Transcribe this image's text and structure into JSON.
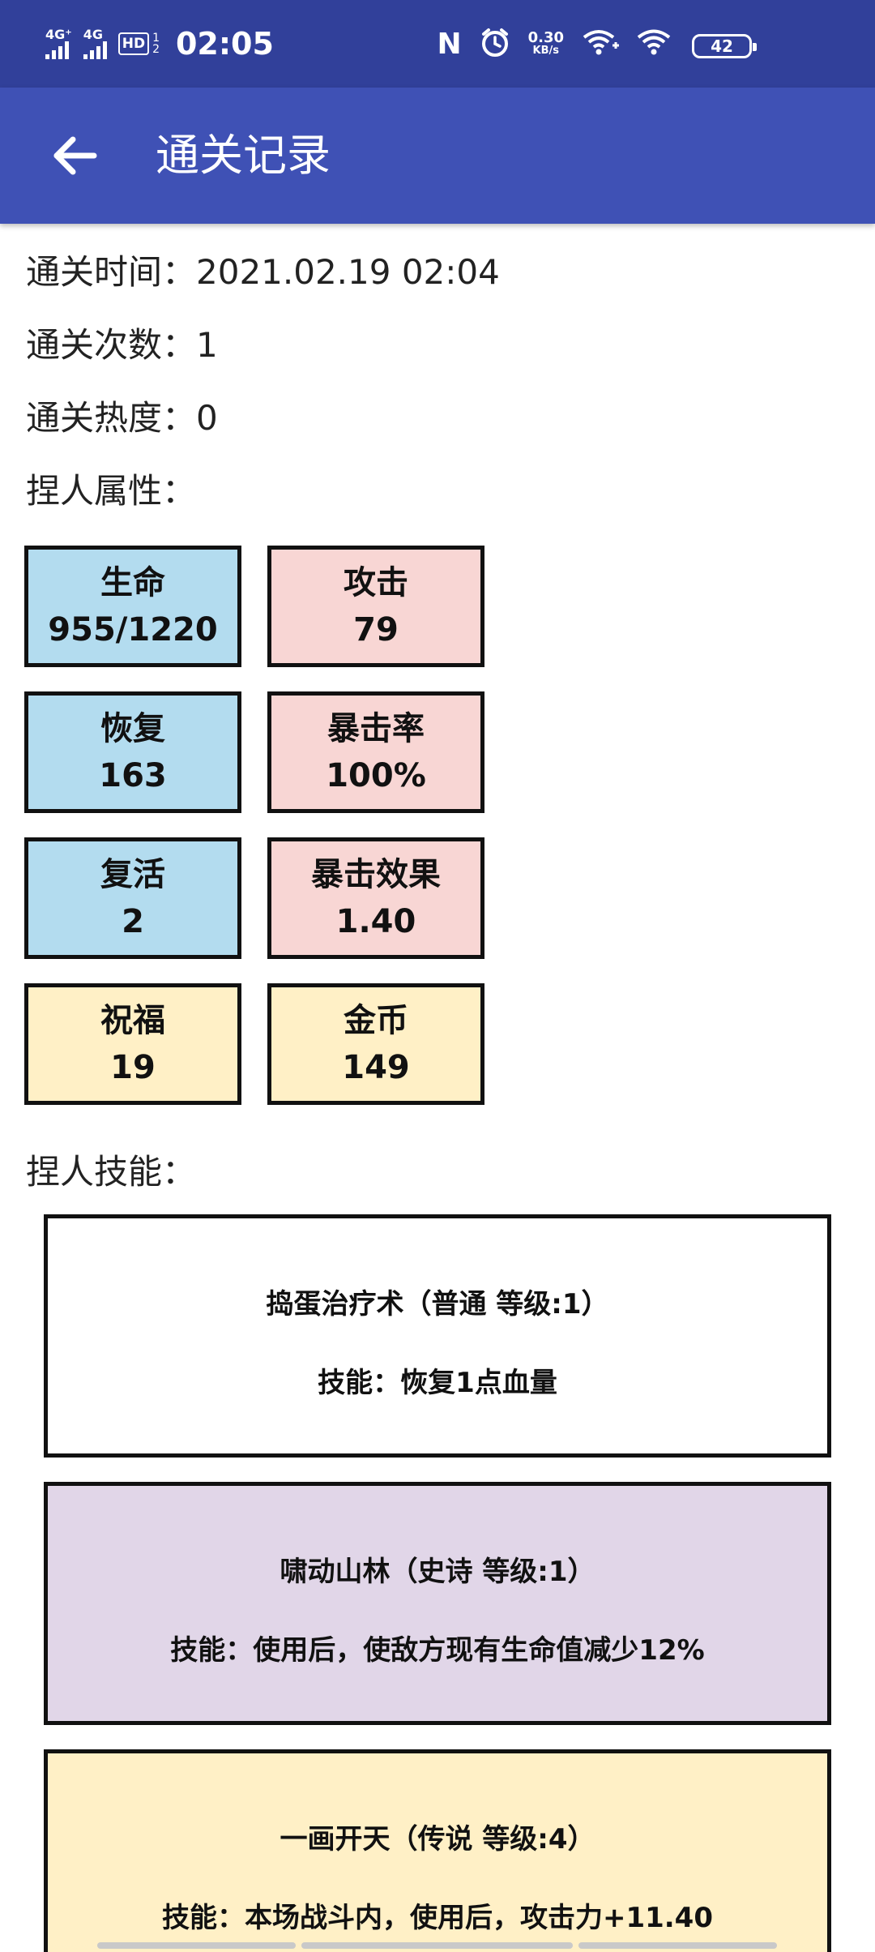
{
  "status_bar": {
    "signal1": "4G⁺",
    "signal2": "4G",
    "hd": "HD",
    "hd_frac_top": "1",
    "hd_frac_bottom": "2",
    "time": "02:05",
    "nfc": "N",
    "speed_value": "0.30",
    "speed_unit": "KB/s",
    "battery": "42"
  },
  "app_bar": {
    "back_icon": "arrow-left-icon",
    "title": "通关记录"
  },
  "info": {
    "clear_time": "通关时间：2021.02.19 02:04",
    "clear_count": "通关次数：1",
    "clear_heat": "通关热度：0",
    "attributes_label": "捏人属性：",
    "skills_label": "捏人技能："
  },
  "stats": [
    {
      "label": "生命",
      "value": "955/1220",
      "color": "#b3dcef"
    },
    {
      "label": "攻击",
      "value": "79",
      "color": "#f8d6d4"
    },
    {
      "label": "恢复",
      "value": "163",
      "color": "#b3dcef"
    },
    {
      "label": "暴击率",
      "value": "100%",
      "color": "#f8d6d4"
    },
    {
      "label": "复活",
      "value": "2",
      "color": "#b3dcef"
    },
    {
      "label": "暴击效果",
      "value": "1.40",
      "color": "#f8d6d4"
    },
    {
      "label": "祝福",
      "value": "19",
      "color": "#fff0c6"
    },
    {
      "label": "金币",
      "value": "149",
      "color": "#fff0c6"
    }
  ],
  "skills": [
    {
      "name": "捣蛋治疗术（普通 等级:1）",
      "desc": "技能：恢复1点血量",
      "color": "#ffffff"
    },
    {
      "name": "啸动山林（史诗 等级:1）",
      "desc": "技能：使用后，使敌方现有生命值减少12%",
      "color": "#e1d6e8"
    },
    {
      "name": "一画开天（传说 等级:4）",
      "desc": "技能：本场战斗内，使用后，攻击力+11.40",
      "color": "#fff0c6"
    }
  ]
}
